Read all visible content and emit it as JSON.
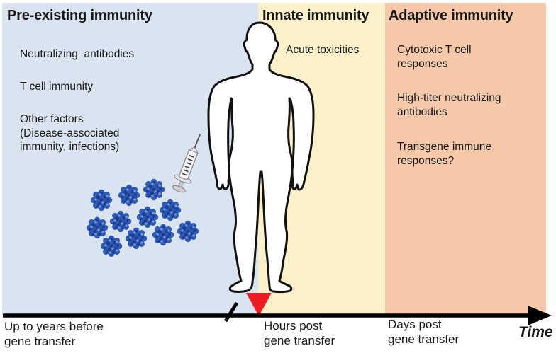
{
  "panels": [
    {
      "title": "Pre-existing immunity",
      "bg": "#dae3f0",
      "items": [
        {
          "lines": [
            "Neutralizing  antibodies"
          ]
        },
        {
          "lines": [
            "T cell immunity"
          ]
        },
        {
          "lines": [
            "Other factors",
            "(Disease-associated",
            "immunity, infections)"
          ]
        }
      ]
    },
    {
      "title": "Innate immunity",
      "bg": "#faf0c9",
      "items": [
        {
          "lines": [
            "Acute toxicities"
          ]
        }
      ]
    },
    {
      "title": "Adaptive immunity",
      "bg": "#f4c8a8",
      "items": [
        {
          "lines": [
            "Cytotoxic T cell",
            "responses"
          ]
        },
        {
          "lines": [
            "High-titer neutralizing",
            "antibodies"
          ]
        },
        {
          "lines": [
            "Transgene immune",
            "responses?"
          ]
        }
      ]
    }
  ],
  "timeline": {
    "labels": [
      {
        "lines": [
          "Up to years before",
          "gene transfer"
        ]
      },
      {
        "lines": [
          "Hours post",
          "gene transfer"
        ]
      },
      {
        "lines": [
          "Days post",
          "gene transfer"
        ]
      }
    ],
    "axis_label": "Time"
  },
  "graphics": {
    "human_figure": "standing-person-outline",
    "syringe": "syringe-icon",
    "virus": "virus-particle",
    "injection_marker": "red-triangle-marker",
    "axis_break": "axis-break-mark",
    "arrow": "time-arrow"
  },
  "colors": {
    "preexisting_bg": "#dae3f0",
    "innate_bg": "#faf0c9",
    "adaptive_bg": "#f4c8a8",
    "marker_red": "#ed1c24",
    "virus_blue": "#2e59b5",
    "axis_black": "#000000",
    "figure_outline": "#111111"
  }
}
